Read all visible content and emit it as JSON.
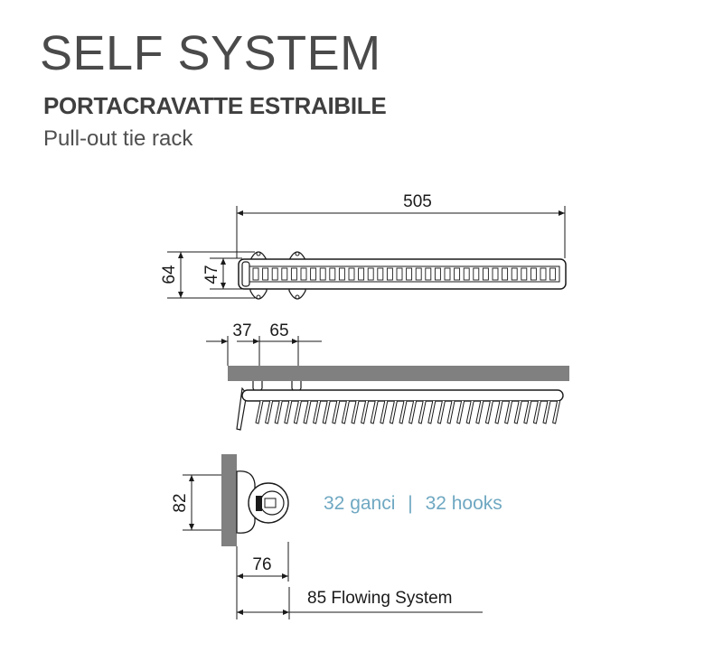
{
  "header": {
    "title": "SELF SYSTEM",
    "subtitle_it": "PORTACRAVATTE ESTRAIBILE",
    "subtitle_en": "Pull-out tie rack"
  },
  "dimensions": {
    "length": "505",
    "height_outer": "64",
    "height_inner": "47",
    "offset_1": "37",
    "offset_2": "65",
    "side_height": "82",
    "depth": "76",
    "flowing": "85 Flowing System"
  },
  "hooks": {
    "ganci": "32 ganci",
    "separator": "|",
    "hooks_en": "32 hooks"
  },
  "colors": {
    "text": "#1a1a1a",
    "accent": "#6fa8c2",
    "wall": "#808080"
  }
}
